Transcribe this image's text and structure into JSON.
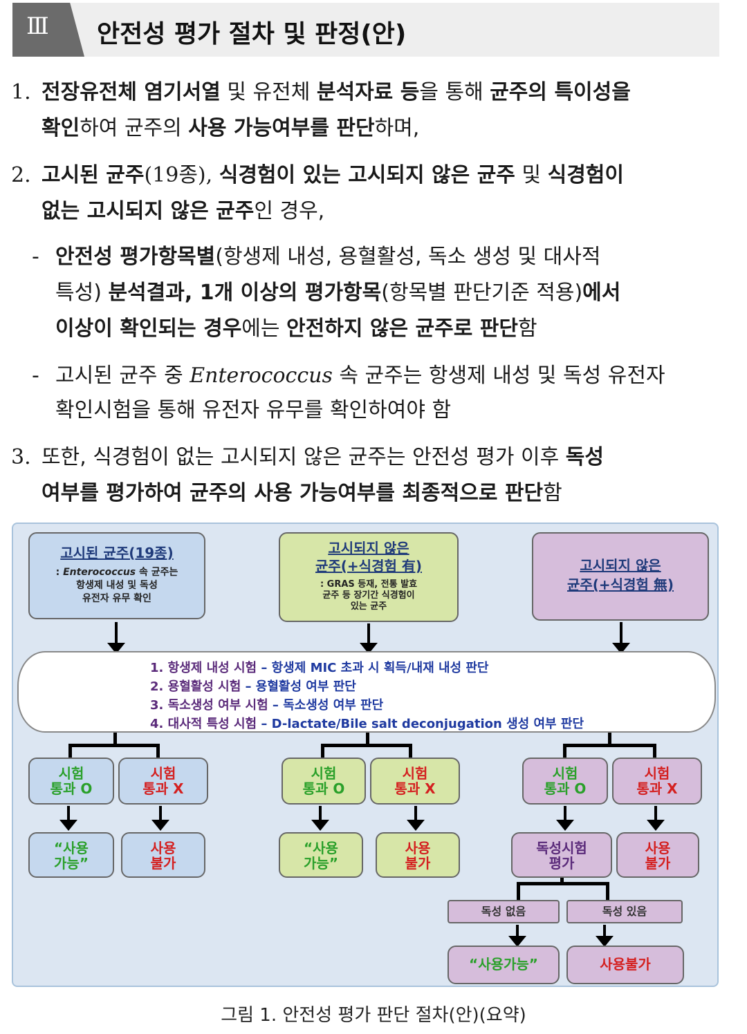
{
  "header": {
    "badge": "Ⅲ",
    "title": "안전성 평가 절차 및 판정(안)"
  },
  "items": {
    "n1": "1.",
    "n2": "2.",
    "n3": "3.",
    "p1a_1": "전장유전체 염기서열",
    "p1a_2": " 및 유전체 ",
    "p1a_3": "분석자료 등",
    "p1a_4": "을 통해 ",
    "p1a_5": "균주의 특이성을",
    "p1b_1": "확인",
    "p1b_2": "하여 균주의 ",
    "p1b_3": "사용 가능여부를 판단",
    "p1b_4": "하며,",
    "p2a_1": "고시된 균주",
    "p2a_2": "(19종), ",
    "p2a_3": "식경험이 있는 고시되지 않은 균주",
    "p2a_4": " 및 ",
    "p2a_5": "식경험이",
    "p2b_1": "없는 고시되지 않은 균주",
    "p2b_2": "인 경우,",
    "dash1": "-",
    "dash2": "-",
    "d1a_1": "안전성 평가항목별",
    "d1a_2": "(항생제 내성, 용혈활성, 독소 생성 및 대사적",
    "d1b_1": "특성) ",
    "d1b_2": "분석결과, 1개 이상의 평가항목",
    "d1b_3": "(항목별 판단기준 적용)",
    "d1b_4": "에서",
    "d1c_1": "이상이 확인되는 경우",
    "d1c_2": "에는 ",
    "d1c_3": "안전하지 않은 균주로 판단",
    "d1c_4": "함",
    "d2a_1": "고시된 균주 중 ",
    "d2a_2": "Enterococcus",
    "d2a_3": " 속 균주는 항생제 내성 및 독성 유전자",
    "d2b": "확인시험을 통해 유전자 유무를 확인하여야 함",
    "p3a_1": "또한, 식경험이 없는 고시되지 않은 균주는 안전성 평가 이후 ",
    "p3a_2": "독성",
    "p3b_1": "여부를 평가하여 균주의 ",
    "p3b_2": "사용 가능여부를 최종적으로 판단",
    "p3b_3": "함"
  },
  "figure": {
    "col1": {
      "title": "고시된  균주(19종)",
      "note_1": ": ",
      "note_2": "Enterococcus",
      "note_3": " 속 균주는",
      "note_4": "항생제 내성 및 독성",
      "note_5": "유전자 유무 확인"
    },
    "col2": {
      "title_1": "고시되지 않은",
      "title_2": "균주(+식경험 有)",
      "note_1": ": GRAS 등재, 전통 발효",
      "note_2": "균주 등 장기간 식경험이",
      "note_3": "있는 균주"
    },
    "col3": {
      "title_1": "고시되지 않은",
      "title_2": "균주(+식경험 無)"
    },
    "tests": [
      {
        "a": "1. 항생제 내성 시험",
        "b": " – 항생제 MIC 초과 시 획득/내재 내성 판단"
      },
      {
        "a": "2. 용혈활성 시험",
        "b": " – 용혈활성 여부 판단"
      },
      {
        "a": "3. 독소생성 여부 시험",
        "b": " – 독소생성 여부 판단"
      },
      {
        "a": "4. 대사적 특성 시험",
        "b": " – D-lactate/Bile salt deconjugation 생성 여부 판단"
      }
    ],
    "pass_1": "시험",
    "pass_2": "통과 O",
    "fail_1": "시험",
    "fail_2": "통과 X",
    "usable_1": "“사용",
    "usable_2": "가능”",
    "unusable_1": "사용",
    "unusable_2": "불가",
    "tox_1": "독성시험",
    "tox_2": "평가",
    "no_tox": "독성 없음",
    "yes_tox": "독성 있음",
    "final_usable": "“사용가능”",
    "final_unusable": "사용불가"
  },
  "caption": "그림 1. 안전성 평가 판단 절차(안)(요약)"
}
